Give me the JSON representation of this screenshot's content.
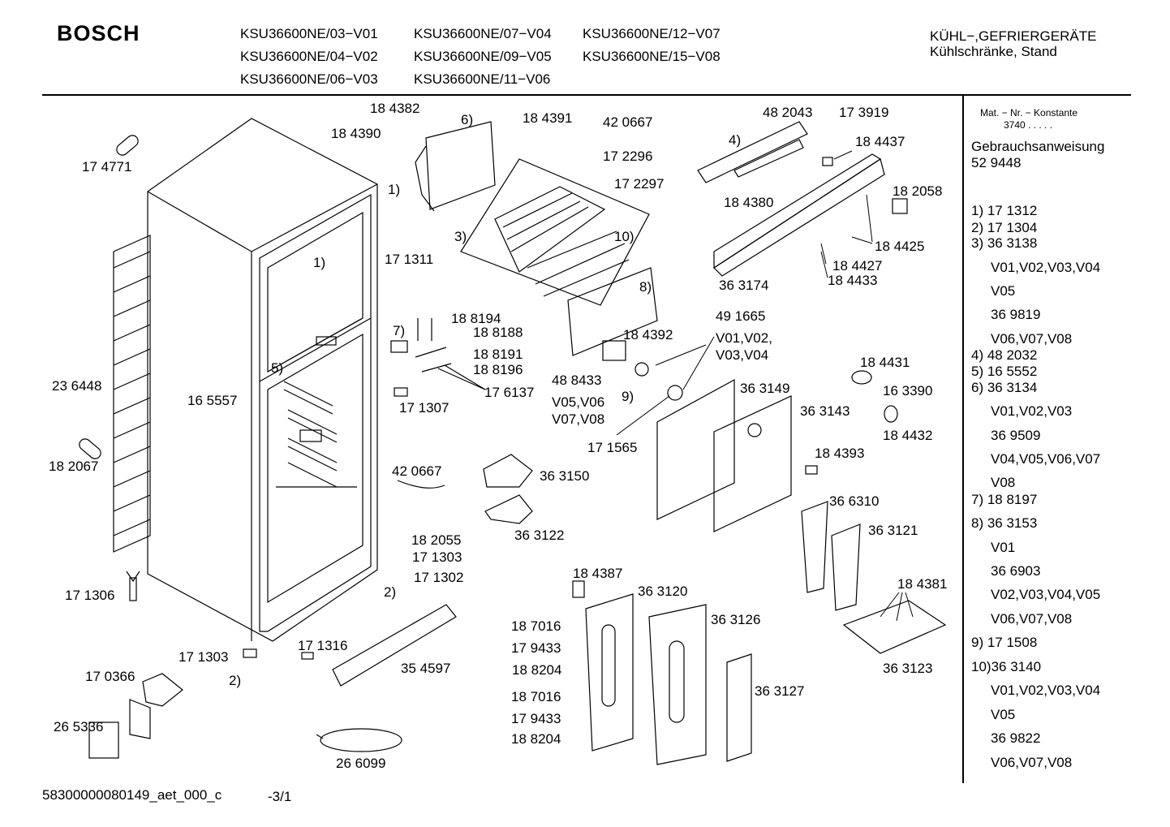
{
  "header": {
    "brand": "BOSCH",
    "models": [
      "KSU36600NE/03−V01",
      "KSU36600NE/07−V04",
      "KSU36600NE/12−V07",
      "KSU36600NE/04−V02",
      "KSU36600NE/09−V05",
      "KSU36600NE/15−V08",
      "KSU36600NE/06−V03",
      "KSU36600NE/11−V06"
    ],
    "category_line1": "KÜHL−,GEFRIERGERÄTE",
    "category_line2": "Kühlschränke, Stand"
  },
  "right_panel": {
    "mat_label": "Mat. − Nr. − Konstante",
    "mat_value": "3740  .  .  .  .  .",
    "manual_label": "Gebrauchsanweisung",
    "manual_number": "52 9448",
    "entries": [
      "1)  17 1312",
      "2)  17 1304",
      "3)  36 3138",
      "V01,V02,V03,V04",
      "V05",
      "36 9819",
      "V06,V07,V08",
      "4)  48 2032",
      "5)  16 5552",
      "6)  36 3134",
      "V01,V02,V03",
      "36 9509",
      "V04,V05,V06,V07",
      "V08",
      "7)  18 8197",
      "8)  36 3153",
      "V01",
      "36 6903",
      "V02,V03,V04,V05",
      "V06,V07,V08",
      "9)  17 1508",
      "10)36 3140",
      "V01,V02,V03,V04",
      "V05",
      "36 9822",
      "V06,V07,V08"
    ]
  },
  "labels": [
    "17 4771",
    "23 6448",
    "18 2067",
    "17 1306",
    "16 5557",
    "5)",
    "1)",
    "1)",
    "18 4382",
    "18 4390",
    "6)",
    "17 1311",
    "18 4391",
    "3)",
    "10)",
    "8)",
    "42 0667",
    "17 2296",
    "17 2297",
    "48 2043",
    "17 3919",
    "4)",
    "18 4437",
    "18 4380",
    "18 2058",
    "18 4425",
    "18 4427",
    "18 4433",
    "36 3174",
    "7)",
    "18 8194",
    "18 8188",
    "18 8191",
    "18 8196",
    "17 6137",
    "17 1307",
    "18 4392",
    "49 1665",
    "V01,V02,",
    "V03,V04",
    "48 8433",
    "V05,V06",
    "V07,V08",
    "9)",
    "17 1565",
    "36 3149",
    "36 3143",
    "18 4431",
    "16 3390",
    "18 4432",
    "18 4393",
    "42 0667",
    "36 3150",
    "36 3122",
    "18 2055",
    "17 1303",
    "17 1302",
    "2)",
    "36 6310",
    "36 3121",
    "18 4381",
    "36 3123",
    "18 4387",
    "36 3120",
    "36 3126",
    "18 7016",
    "17 9433",
    "18 8204",
    "18 7016",
    "17 9433",
    "18 8204",
    "36 3127",
    "17 1303",
    "17 1316",
    "35 4597",
    "17 0366",
    "2)",
    "26 5336",
    "26 6099"
  ],
  "footer": {
    "doc_id": "58300000080149_aet_000_c",
    "page": "-3/1"
  }
}
